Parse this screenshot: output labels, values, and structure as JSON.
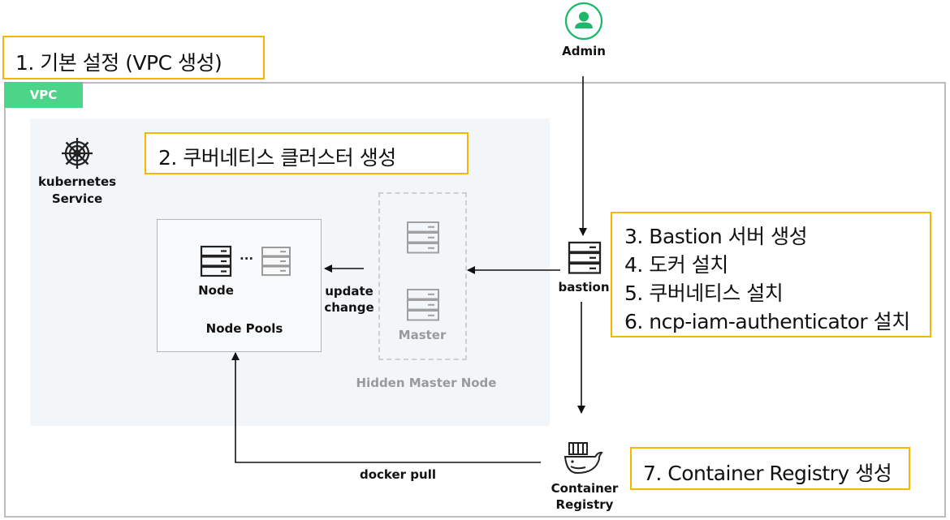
{
  "steps": {
    "step1": "1. 기본 설정 (VPC 생성)",
    "step2": "2. 쿠버네티스 클러스터 생성",
    "step3": "3. Bastion 서버 생성",
    "step4": "4. 도커 설치",
    "step5": "5. 쿠버네티스 설치",
    "step6": "6. ncp-iam-authenticator 설치",
    "step7": "7. Container Registry 생성"
  },
  "labels": {
    "admin": "Admin",
    "vpc": "VPC",
    "kubernetes_line1": "kubernetes",
    "kubernetes_line2": "Service",
    "node": "Node",
    "ellipsis": "...",
    "node_pools": "Node Pools",
    "update_line1": "update",
    "update_line2": "change",
    "master": "Master",
    "hidden_master_node": "Hidden Master Node",
    "bastion": "bastion",
    "docker_pull": "docker pull",
    "registry_line1": "Container",
    "registry_line2": "Registry"
  },
  "colors": {
    "step_border": "#f5b800",
    "vpc_tag": "#4cd488",
    "admin_icon": "#1eb86a",
    "cluster_bg": "#f2f6f9",
    "vpc_border": "#bdbdbd"
  },
  "icons": {
    "admin": "user-icon",
    "kubernetes": "helm-wheel-icon",
    "node": "server-icon",
    "master": "server-icon",
    "bastion": "server-icon",
    "registry": "docker-whale-icon"
  }
}
